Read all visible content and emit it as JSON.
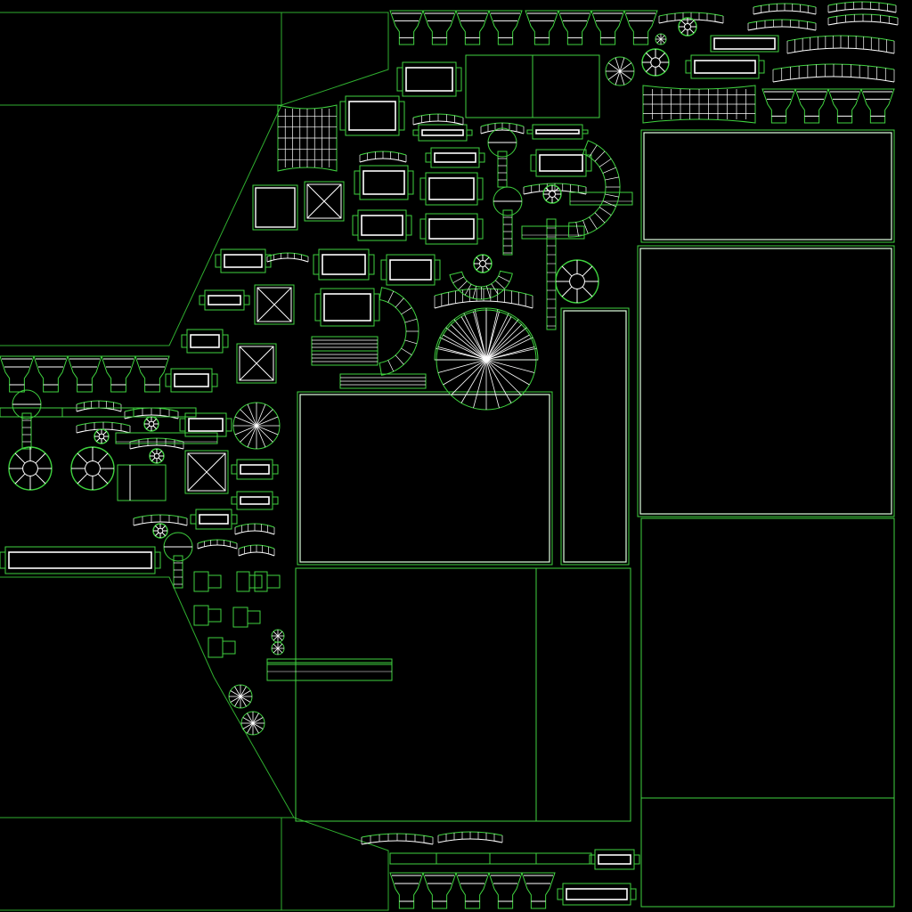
{
  "canvas": {
    "background": "#000000",
    "colors": {
      "shell_edge": "#2fae2f",
      "island_edge": "#3fd23f",
      "interior_wire": "#ffffff",
      "seam": "#dfffdf"
    }
  },
  "icon_names": {
    "tile": "uv-island-tile",
    "panel": "uv-island-panel",
    "pillar": "uv-island-pillar-capital",
    "fan": "uv-island-radial-fan",
    "wheel": "uv-island-wheel",
    "arch": "uv-island-arch-strip",
    "grid": "uv-island-lattice",
    "lamp": "uv-island-lamp",
    "staircase": "uv-island-stair-curve",
    "rail": "uv-island-rail"
  }
}
